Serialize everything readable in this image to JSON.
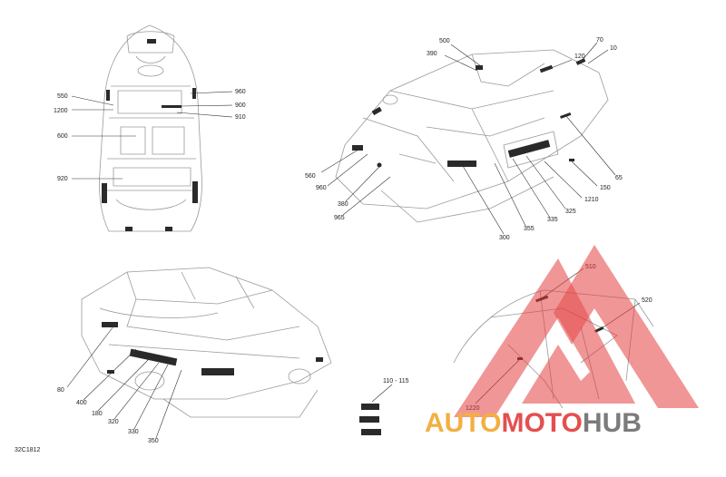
{
  "drawing_code": "32C1812",
  "callouts": {
    "top_view": [
      "550",
      "1200",
      "600",
      "920",
      "960",
      "900",
      "910"
    ],
    "rear_iso": [
      "500",
      "390",
      "120",
      "70",
      "10",
      "560",
      "960",
      "380",
      "965",
      "65",
      "150",
      "1210",
      "325",
      "335",
      "355",
      "300"
    ],
    "side_iso": [
      "80",
      "400",
      "180",
      "320",
      "330",
      "350"
    ],
    "roll_cage": [
      "510",
      "520",
      "1220"
    ],
    "decal_set": "110 - 115"
  },
  "watermark": {
    "part1": "AUTO",
    "part2": "MOTO",
    "part3": "HUB",
    "color_red": "#e23c3c",
    "color_orange": "#f2a72e",
    "color_gray": "#6d6d6d"
  }
}
